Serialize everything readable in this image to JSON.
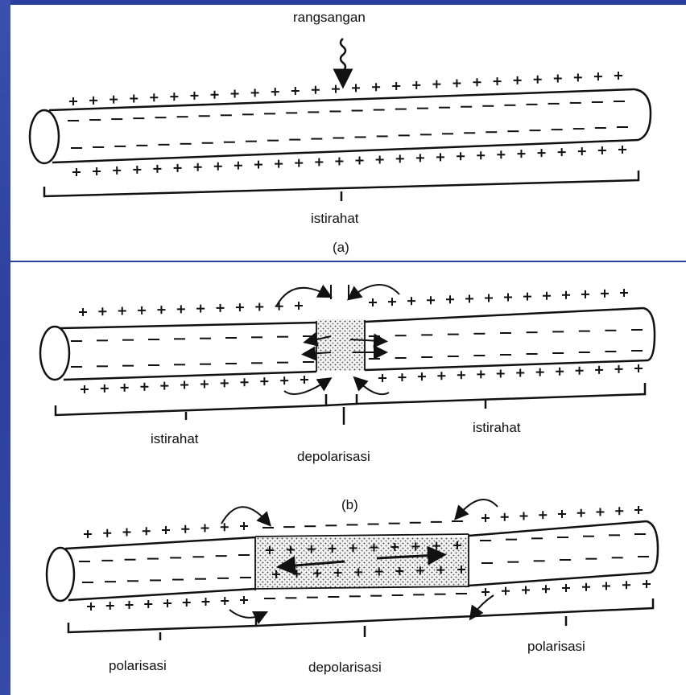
{
  "colors": {
    "background": "#2b3f9e",
    "panel": "#ffffff",
    "ink": "#111111"
  },
  "diagram_a": {
    "stimulus_label": "rangsangan",
    "rest_label": "istirahat",
    "caption": "(a)"
  },
  "diagram_b": {
    "left_label": "istirahat",
    "center_label": "depolarisasi",
    "right_label": "istirahat",
    "caption": "(b)"
  },
  "diagram_c": {
    "left_label": "polarisasi",
    "center_label": "depolarisasi",
    "right_label": "polarisasi"
  }
}
